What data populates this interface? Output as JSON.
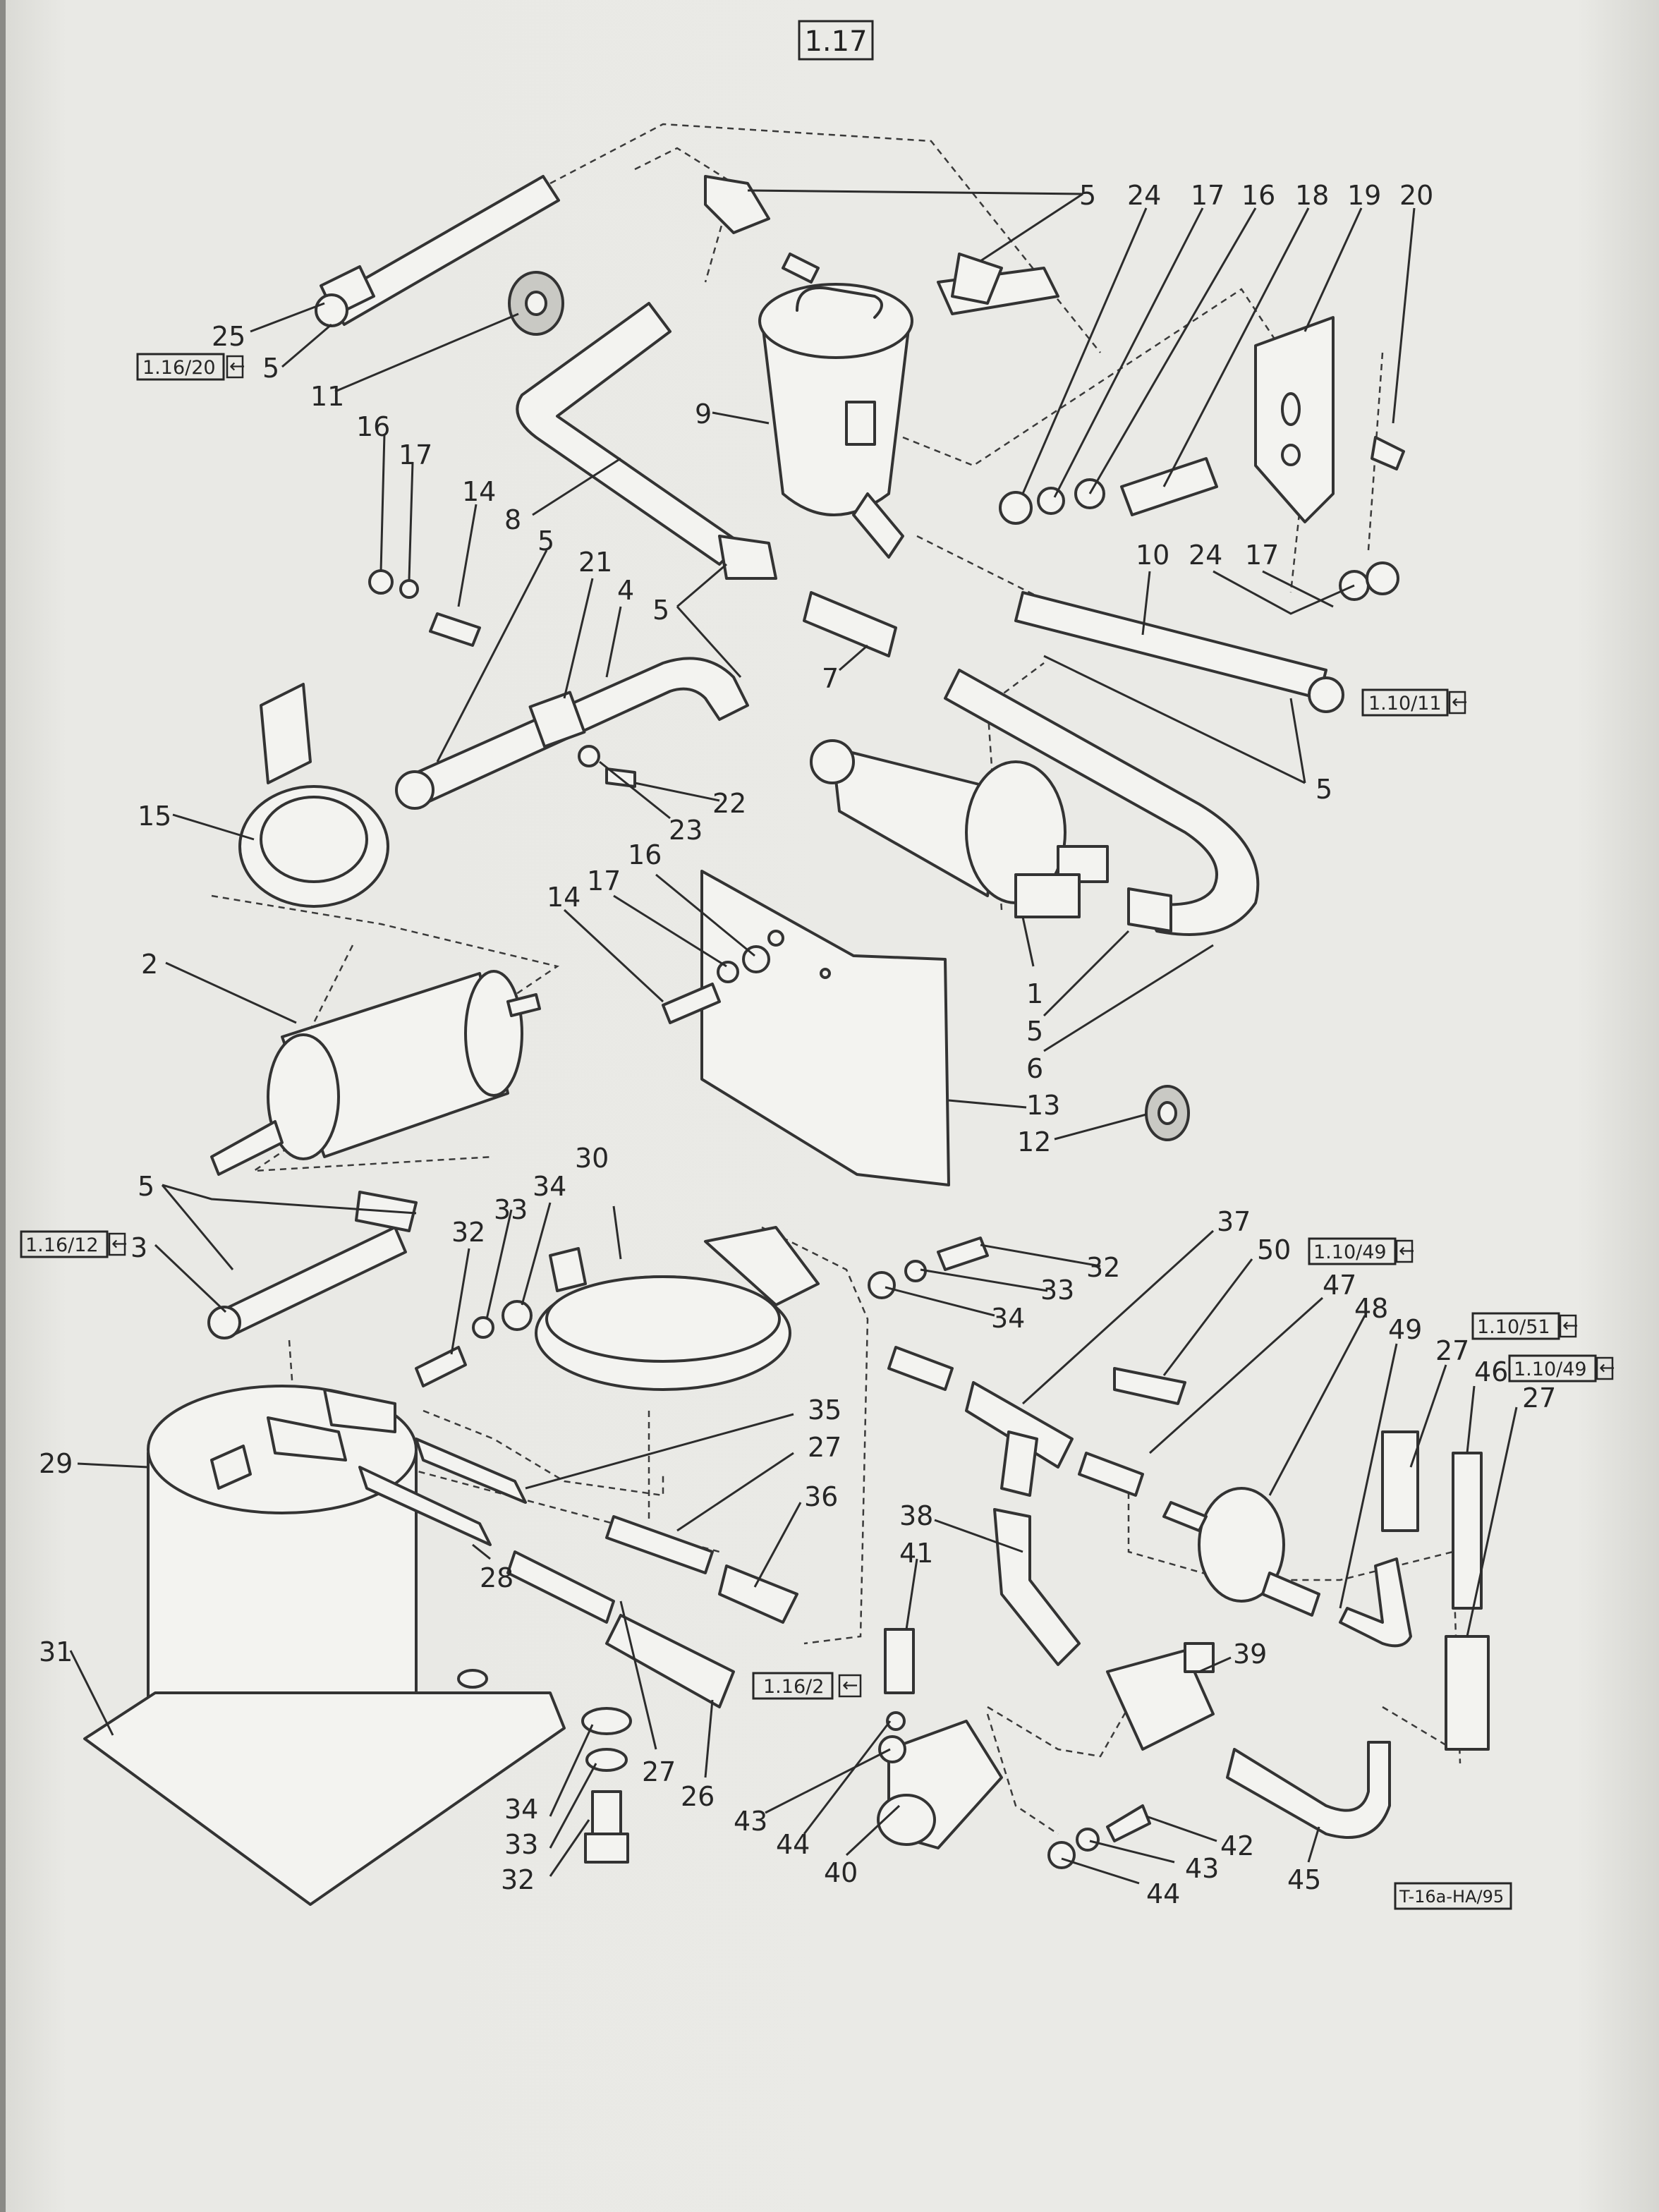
{
  "page_number": "1.17",
  "drawing_code": "T-16a-HA/95",
  "references": [
    "1.16/20",
    "1.10/11",
    "1.16/12",
    "1.10/49",
    "1.10/51",
    "1.10/49",
    "1.16/2"
  ],
  "callouts": {
    "c1": "1",
    "c2": "2",
    "c3": "3",
    "c4": "4",
    "c5": "5",
    "c6": "6",
    "c7": "7",
    "c8": "8",
    "c9": "9",
    "c10": "10",
    "c11": "11",
    "c12": "12",
    "c13": "13",
    "c14": "14",
    "c15": "15",
    "c16": "16",
    "c17": "17",
    "c18": "18",
    "c19": "19",
    "c20": "20",
    "c21": "21",
    "c22": "22",
    "c23": "23",
    "c24": "24",
    "c25": "25",
    "c26": "26",
    "c27": "27",
    "c28": "28",
    "c29": "29",
    "c30": "30",
    "c31": "31",
    "c32": "32",
    "c33": "33",
    "c34": "34",
    "c35": "35",
    "c36": "36",
    "c37": "37",
    "c38": "38",
    "c39": "39",
    "c40": "40",
    "c41": "41",
    "c42": "42",
    "c43": "43",
    "c44": "44",
    "c45": "45",
    "c46": "46",
    "c47": "47",
    "c48": "48",
    "c49": "49",
    "c50": "50"
  }
}
